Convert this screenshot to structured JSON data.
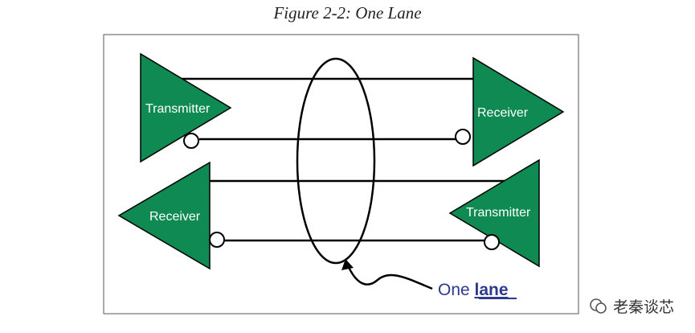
{
  "caption": "Figure 2-2: One Lane",
  "top_left_block": "Transmitter",
  "top_right_block": "Receiver",
  "bottom_left_block": "Receiver",
  "bottom_right_block": "Transmitter",
  "lane_label_prefix": "One ",
  "lane_label_emphasis": "lane",
  "watermark": "老秦谈芯",
  "colors": {
    "block": "#0e8a52",
    "line": "#000000",
    "lane_text": "#2b3a8c"
  }
}
